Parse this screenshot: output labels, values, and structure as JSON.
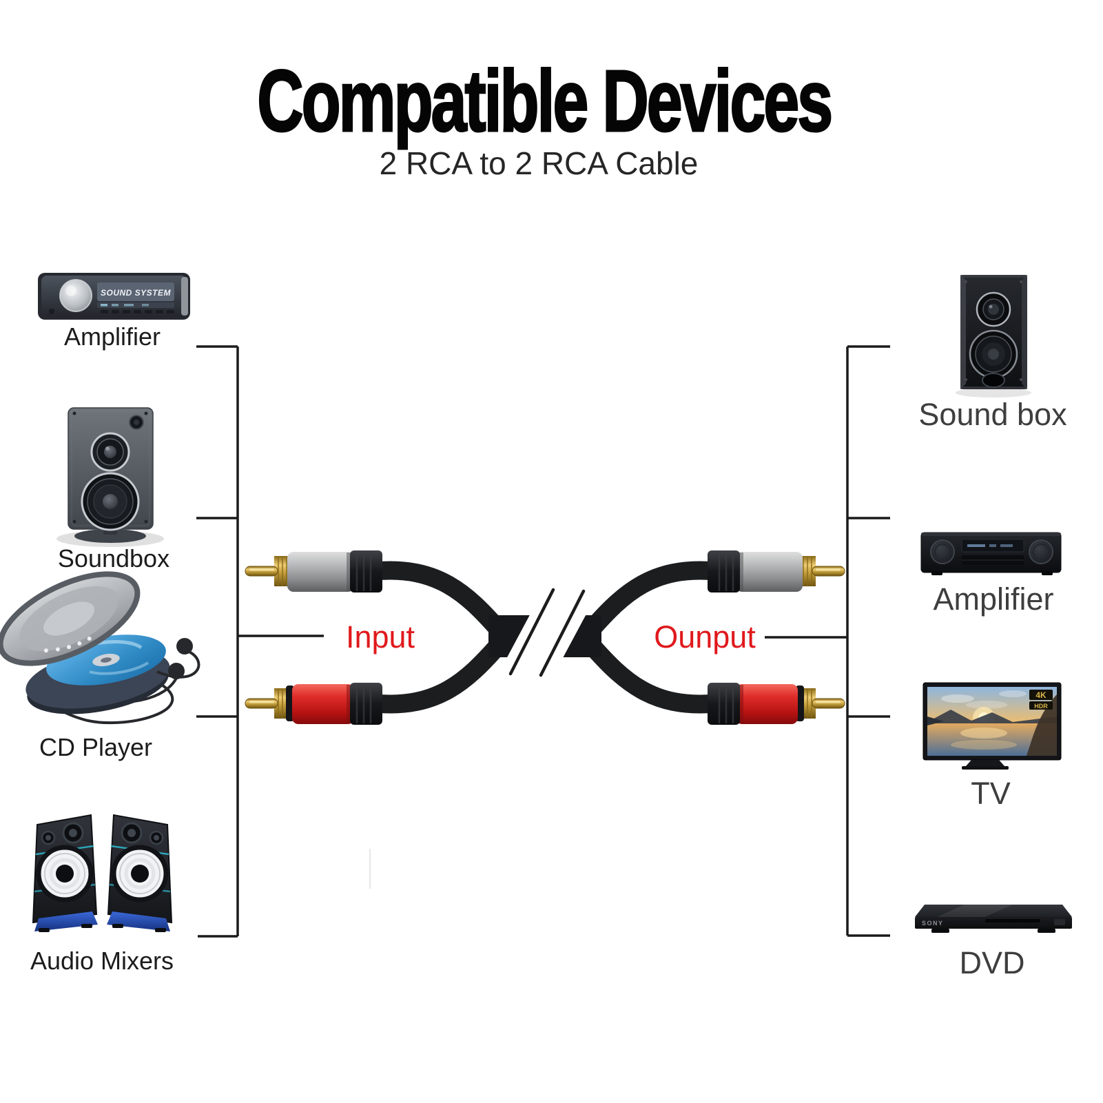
{
  "title": "Compatible Devices",
  "subtitle": "2 RCA to 2 RCA Cable",
  "cable": {
    "input_label": "Input",
    "output_label": "Ounput",
    "label_color": "#e0191c",
    "connector_top": "silver RCA plug",
    "connector_bottom": "red RCA plug"
  },
  "left_devices": [
    {
      "label": "Amplifier",
      "icon": "car-stereo-icon"
    },
    {
      "label": "Soundbox",
      "icon": "studio-speaker-icon"
    },
    {
      "label": "CD Player",
      "icon": "portable-cd-player-icon"
    },
    {
      "label": "Audio Mixers",
      "icon": "speaker-pair-icon"
    }
  ],
  "right_devices": [
    {
      "label": "Sound box",
      "icon": "bookshelf-speaker-icon"
    },
    {
      "label": "Amplifier",
      "icon": "av-receiver-icon"
    },
    {
      "label": "TV",
      "icon": "tv-icon"
    },
    {
      "label": "DVD",
      "icon": "dvd-player-icon"
    }
  ],
  "artwork_text": {
    "car_stereo_display": "SOUND SYSTEM",
    "tv_badge_line1": "4K",
    "tv_badge_line2": "HDR",
    "dvd_brand": "SONY"
  },
  "colors": {
    "background": "#ffffff",
    "text_primary": "#111111",
    "accent_red": "#e0191c",
    "bracket": "#1a1a1a",
    "connector_gold": "#c9a544",
    "connector_silver": "#a9a9a9",
    "connector_red": "#d61c1f",
    "cable_black": "#1c1d1f"
  }
}
